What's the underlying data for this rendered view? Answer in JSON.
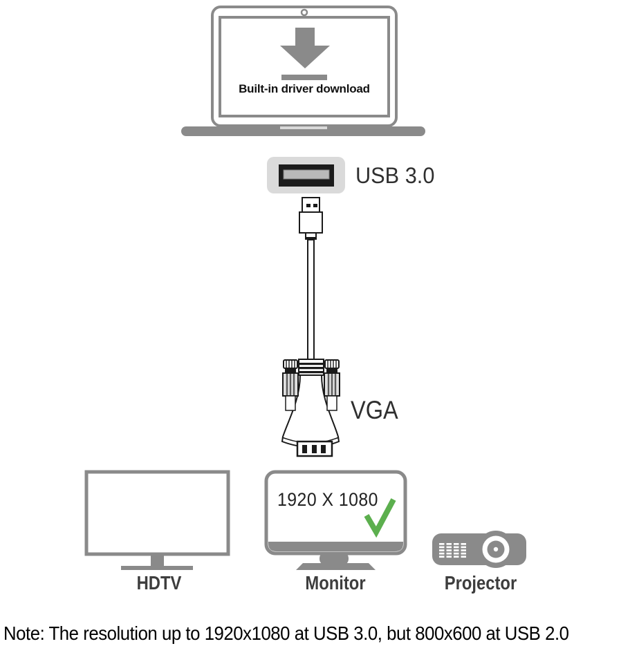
{
  "diagram": {
    "laptop": {
      "label": "Built-in driver download"
    },
    "usb_port": {
      "label": "USB 3.0"
    },
    "vga_connector": {
      "label": "VGA"
    },
    "monitor_screen": {
      "resolution": "1920 X 1080"
    },
    "outputs": [
      {
        "label": "HDTV"
      },
      {
        "label": "Monitor"
      },
      {
        "label": "Projector"
      }
    ],
    "note": "Note: The resolution up to 1920x1080 at USB 3.0, but 800x600 at USB 2.0"
  },
  "icons": {
    "laptop": "laptop-icon",
    "webcam": "webcam-dot-icon",
    "download": "download-arrow-icon",
    "usb_port": "usb-port-icon",
    "usb_plug": "usb-plug-icon",
    "cable": "cable-line",
    "vga": "vga-connector-icon",
    "hdtv": "hdtv-icon",
    "monitor": "monitor-icon",
    "check": "check-icon",
    "projector": "projector-icon"
  },
  "colors": {
    "background": "#ffffff",
    "line_gray": "#8a8a8a",
    "label_dark": "#3d3d3d",
    "outline_black": "#1a1a1a",
    "check_green": "#5caf4e",
    "usb_port_bg": "#dadada",
    "usb_slot_black": "#1c1c1c",
    "note_black": "#000000"
  }
}
